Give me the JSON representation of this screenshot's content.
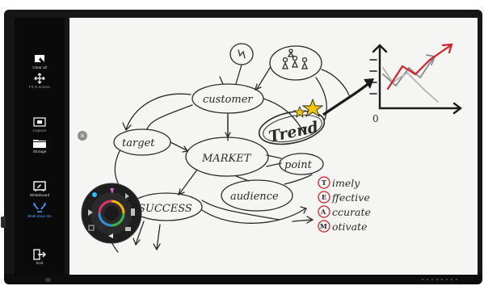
{
  "toolbar": {
    "items": [
      {
        "label": "Clear all",
        "icon": "clear-all-icon"
      },
      {
        "label": "Fit to screen",
        "icon": "fit-to-screen-icon"
      },
      {
        "label": "Capture",
        "icon": "capture-icon"
      },
      {
        "label": "Storage",
        "icon": "storage-icon"
      },
      {
        "label": "Whiteboard",
        "icon": "whiteboard-icon"
      },
      {
        "label": "Multi draw On",
        "icon": "multi-draw-icon"
      },
      {
        "label": "Exit",
        "icon": "exit-icon"
      }
    ]
  },
  "canvas": {
    "close": "×",
    "nodes": {
      "customer": "customer",
      "target": "target",
      "market": "MARKET",
      "trend": "Trend",
      "point": "point",
      "audience": "audience",
      "success": "SUCCESS"
    },
    "chart_axis_label": "0",
    "acronym": {
      "letters": [
        "T",
        "E",
        "A",
        "M"
      ],
      "words": [
        "imely",
        "ffective",
        "ccurate",
        "otivate"
      ]
    }
  },
  "colors": {
    "bezel": "#161616",
    "toolbar": "#0a0a0a",
    "accent": "#43a8ff",
    "ink": "#2b2b2b",
    "red": "#d2232a",
    "star": "#f7c600"
  }
}
